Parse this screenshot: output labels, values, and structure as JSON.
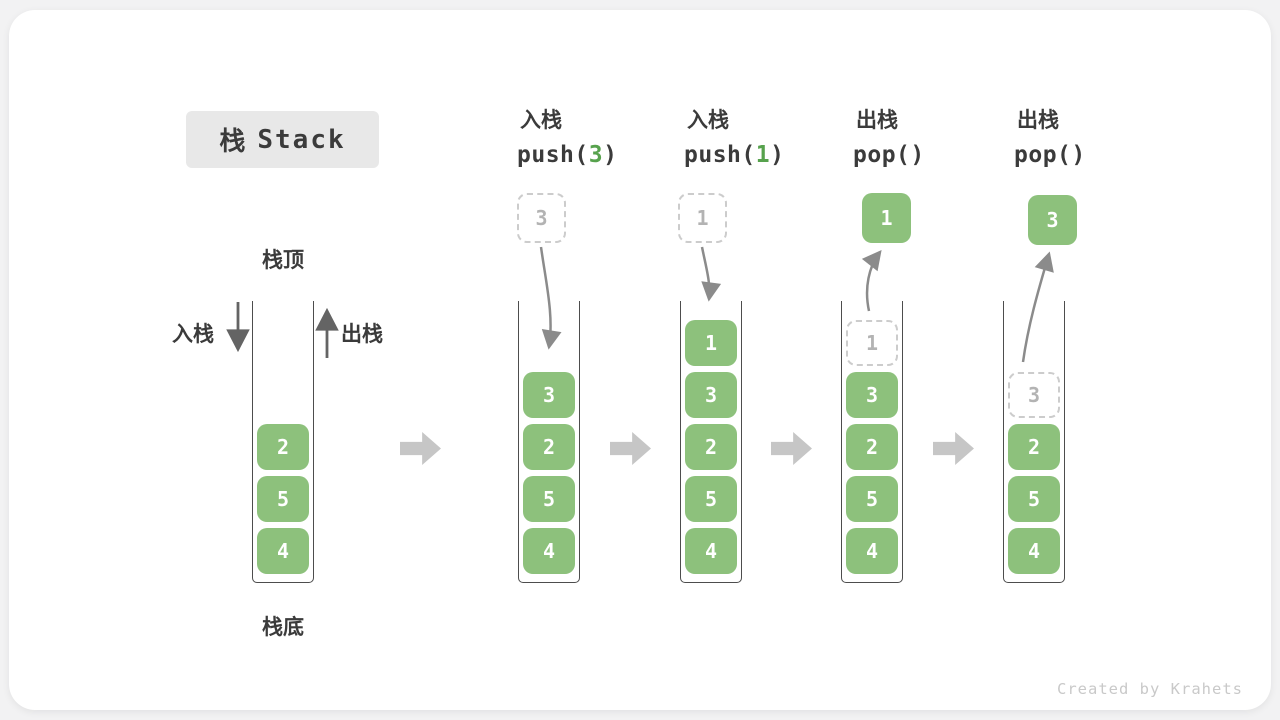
{
  "title": {
    "zh": "栈",
    "en": "Stack"
  },
  "labels": {
    "stack_top": "栈顶",
    "stack_bottom": "栈底",
    "push": "入栈",
    "pop": "出栈"
  },
  "operations": [
    {
      "label": "入栈",
      "fn": "push(",
      "arg": "3",
      "close": ")"
    },
    {
      "label": "入栈",
      "fn": "push(",
      "arg": "1",
      "close": ")"
    },
    {
      "label": "出栈",
      "fn": "pop(",
      "arg": "",
      "close": ")"
    },
    {
      "label": "出栈",
      "fn": "pop(",
      "arg": "",
      "close": ")"
    }
  ],
  "floating": [
    {
      "value": "3",
      "variant": "dashed"
    },
    {
      "value": "1",
      "variant": "dashed"
    },
    {
      "value": "1",
      "variant": "solid"
    },
    {
      "value": "3",
      "variant": "solid"
    }
  ],
  "stacks": [
    {
      "ghost": null,
      "blocks": [
        "2",
        "5",
        "4"
      ]
    },
    {
      "ghost": null,
      "blocks": [
        "3",
        "2",
        "5",
        "4"
      ]
    },
    {
      "ghost": null,
      "blocks": [
        "1",
        "3",
        "2",
        "5",
        "4"
      ]
    },
    {
      "ghost": "1",
      "blocks": [
        "3",
        "2",
        "5",
        "4"
      ]
    },
    {
      "ghost": "3",
      "blocks": [
        "2",
        "5",
        "4"
      ]
    }
  ],
  "watermark": "Created by Krahets",
  "colors": {
    "block-green": "#8dc17c",
    "code-green": "#57a24d",
    "text-dark": "#3b3b3b",
    "ghost-border": "#cccccc",
    "ghost-text": "#b3b3b3",
    "wall-gray": "#4d4d4d",
    "thin-arrow": "#8b8b8b",
    "straight-arrow": "#646464",
    "big-arrow": "#c6c6c6",
    "title-box-bg": "#e8e8e8",
    "watermark": "#c9c9c9"
  }
}
